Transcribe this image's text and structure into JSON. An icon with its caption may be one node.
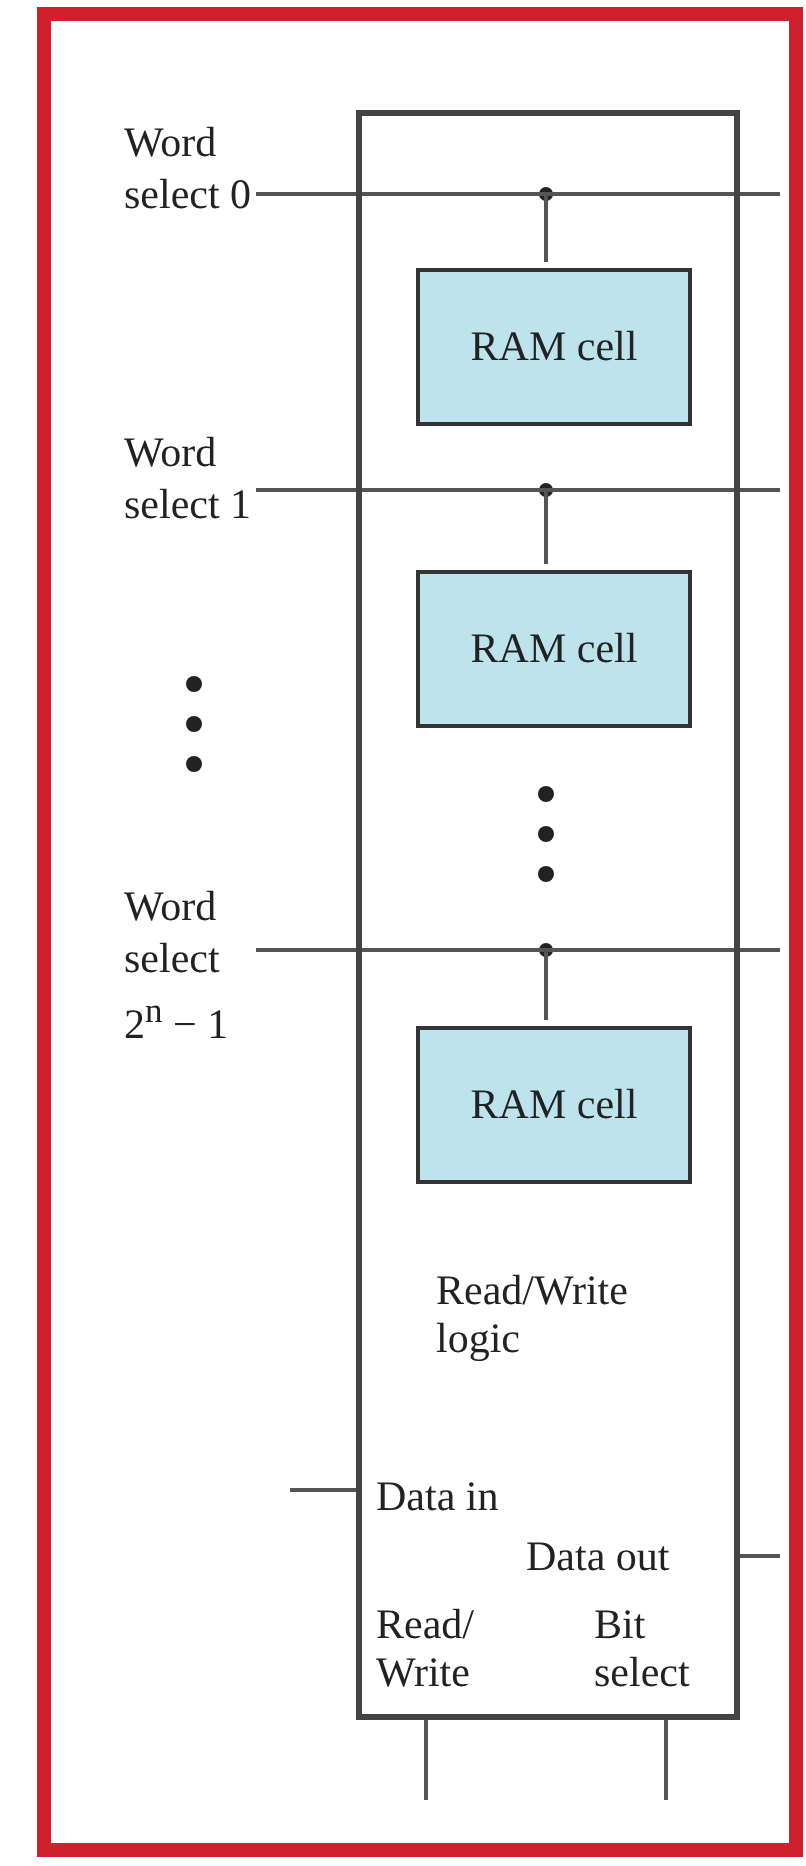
{
  "diagram": {
    "nodes": [
      {
        "text": [
          "Read/Write logic",
          "Data in",
          "Data out",
          "Read/ Write",
          "Bit select"
        ]
      },
      {
        "text": [
          "RAM cell"
        ],
        "in": 0
      },
      {
        "text": [
          "RAM cell"
        ],
        "in": 0
      },
      {
        "text": [
          "RAM cell"
        ],
        "in": 0
      },
      {
        "text": [
          "Word select 0"
        ]
      },
      {
        "text": [
          "Word select 1"
        ]
      },
      {
        "text": [
          "Word select 2$^{n}$ − 1"
        ]
      }
    ],
    "edges": [
      {
        "from": 4,
        "to": 1,
        "arrow": "none"
      },
      {
        "from": 4,
        "to": null,
        "arrow": "none"
      },
      {
        "from": 5,
        "to": 2,
        "arrow": "none"
      },
      {
        "from": 5,
        "to": null,
        "arrow": "none"
      },
      {
        "from": 6,
        "to": 3,
        "arrow": "none"
      },
      {
        "from": 6,
        "to": null,
        "arrow": "none"
      },
      {
        "from": null,
        "to": 0,
        "arrow": "none"
      },
      {
        "from": 0,
        "to": null,
        "arrow": "none"
      },
      {
        "from": 0,
        "to": null,
        "arrow": "none"
      },
      {
        "from": 0,
        "to": null,
        "arrow": "none"
      }
    ]
  }
}
